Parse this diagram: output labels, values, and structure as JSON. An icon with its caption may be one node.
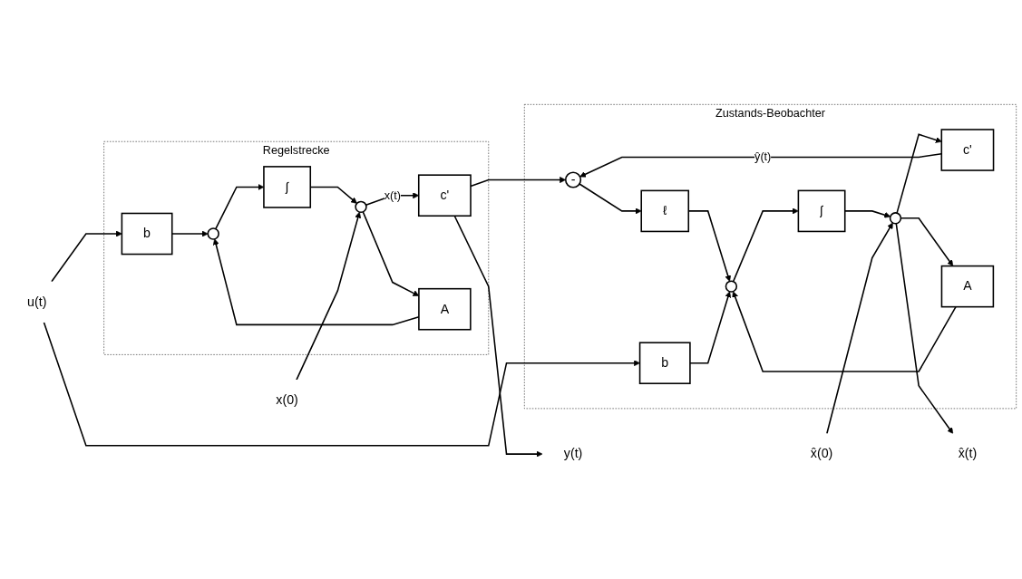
{
  "diagram": {
    "nodes": [
      {
        "text": [
          "Regelstrecke"
        ]
      },
      {
        "text": [
          "Zustands-Beobachter"
        ]
      },
      {
        "text": [
          "b"
        ],
        "in": 0
      },
      {
        "text": [],
        "shape": "circle",
        "in": 0
      },
      {
        "text": [
          "∫"
        ],
        "in": 0
      },
      {
        "text": [],
        "shape": "circle",
        "in": 0
      },
      {
        "text": [
          "c'"
        ],
        "in": 0
      },
      {
        "text": [
          "A"
        ],
        "in": 0
      },
      {
        "text": [
          "ℓ"
        ],
        "in": 1
      },
      {
        "text": [
          "-"
        ],
        "in": 1
      },
      {
        "text": [
          "b"
        ],
        "in": 1
      },
      {
        "text": [],
        "shape": "circle",
        "in": 1
      },
      {
        "text": [
          "∫"
        ],
        "in": 1
      },
      {
        "text": [],
        "shape": "circle",
        "in": 1
      },
      {
        "text": [
          "c'"
        ],
        "in": 1
      },
      {
        "text": [
          "A"
        ],
        "in": 1
      },
      {
        "text": [
          "u(t)"
        ]
      },
      {
        "text": [
          "y(t)"
        ]
      },
      {
        "text": [
          "x(0)"
        ]
      },
      {
        "text": [
          "x̂(0)"
        ]
      },
      {
        "text": [
          "x̂(t)"
        ]
      }
    ],
    "edges": [
      {
        "from": 16,
        "to": 2,
        "arrow": "to"
      },
      {
        "from": 16,
        "to": 10,
        "arrow": "to"
      },
      {
        "from": 2,
        "to": 3,
        "arrow": "to"
      },
      {
        "from": 3,
        "to": 4,
        "arrow": "to"
      },
      {
        "from": 4,
        "to": 5,
        "arrow": "to"
      },
      {
        "from": 18,
        "to": 5,
        "arrow": "to"
      },
      {
        "from": 5,
        "to": 6,
        "arrow": "to",
        "label": "x(t)"
      },
      {
        "from": 5,
        "to": 7,
        "arrow": "to"
      },
      {
        "from": 7,
        "to": 3,
        "arrow": "to"
      },
      {
        "from": 6,
        "to": 17,
        "arrow": "to"
      },
      {
        "from": 6,
        "to": 9,
        "arrow": "to"
      },
      {
        "from": 14,
        "to": 9,
        "arrow": "to",
        "label": "ŷ(t)"
      },
      {
        "from": 9,
        "to": 8,
        "arrow": "to"
      },
      {
        "from": 8,
        "to": 11,
        "arrow": "to"
      },
      {
        "from": 10,
        "to": 11,
        "arrow": "to"
      },
      {
        "from": 11,
        "to": 12,
        "arrow": "to"
      },
      {
        "from": 12,
        "to": 13,
        "arrow": "to"
      },
      {
        "from": 19,
        "to": 13,
        "arrow": "to"
      },
      {
        "from": 13,
        "to": 14,
        "arrow": "to"
      },
      {
        "from": 13,
        "to": 15,
        "arrow": "to"
      },
      {
        "from": 15,
        "to": 11,
        "arrow": "to"
      },
      {
        "from": 13,
        "to": 20,
        "arrow": "to"
      }
    ]
  }
}
